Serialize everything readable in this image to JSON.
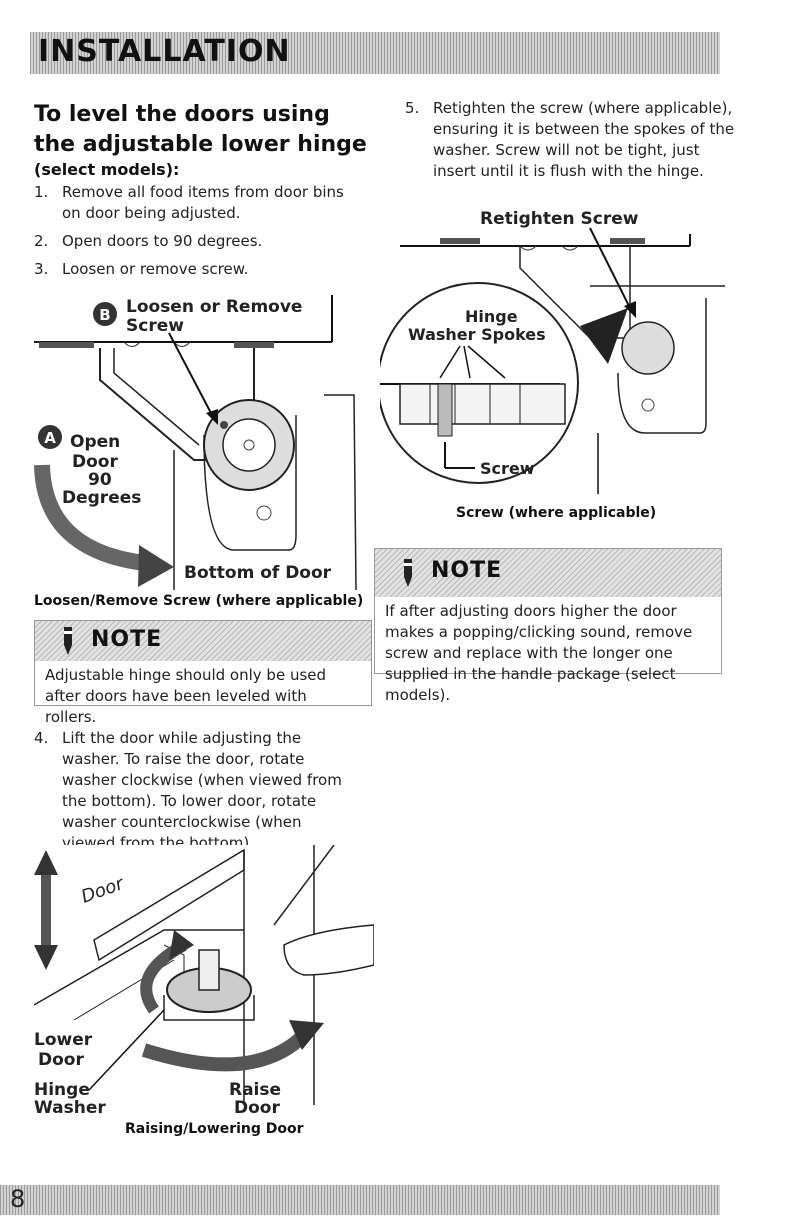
{
  "header": {
    "title": "INSTALLATION"
  },
  "section": {
    "title": "To level the doors using the adjustable lower hinge",
    "subtitle": "(select models):"
  },
  "steps_left": [
    {
      "num": "1.",
      "text": "Remove all food items from door bins on door being adjusted."
    },
    {
      "num": "2.",
      "text": "Open doors to 90 degrees."
    },
    {
      "num": "3.",
      "text": "Loosen or remove screw."
    }
  ],
  "figure1": {
    "badge_b": "B",
    "label_b_1": "Loosen or Remove",
    "label_b_2": "Screw",
    "badge_a": "A",
    "label_a_1": "Open",
    "label_a_2": "Door",
    "label_a_3": "90",
    "label_a_4": "Degrees",
    "label_bottom": "Bottom of Door",
    "caption": "Loosen/Remove Screw (where applicable)"
  },
  "note1": {
    "label": "NOTE",
    "text": "Adjustable hinge should only be used after doors have been leveled with rollers."
  },
  "step4": {
    "num": "4.",
    "text": "Lift the door while adjusting the washer. To raise the door, rotate washer clockwise (when viewed from the bottom). To lower door, rotate washer counterclockwise (when viewed from the bottom)."
  },
  "figure3": {
    "door_word": "Door",
    "lower_1": "Lower",
    "lower_2": "Door",
    "hinge_1": "Hinge",
    "hinge_2": "Washer",
    "raise_1": "Raise",
    "raise_2": "Door",
    "caption": "Raising/Lowering Door"
  },
  "step5": {
    "num": "5.",
    "text": "Retighten the screw (where applicable), ensuring it is between the spokes of the washer. Screw will not be tight, just insert until it is flush with the hinge."
  },
  "figure2": {
    "label_top": "Retighten Screw",
    "label_hinge_1": "Hinge",
    "label_hinge_2": "Washer Spokes",
    "label_screw": "Screw",
    "caption": "Screw (where applicable)"
  },
  "note2": {
    "label": "NOTE",
    "text": "If after adjusting doors higher the door makes a popping/clicking sound, remove screw and replace with the longer one supplied in the handle package (select models)."
  },
  "footer": {
    "page_number": "8"
  }
}
